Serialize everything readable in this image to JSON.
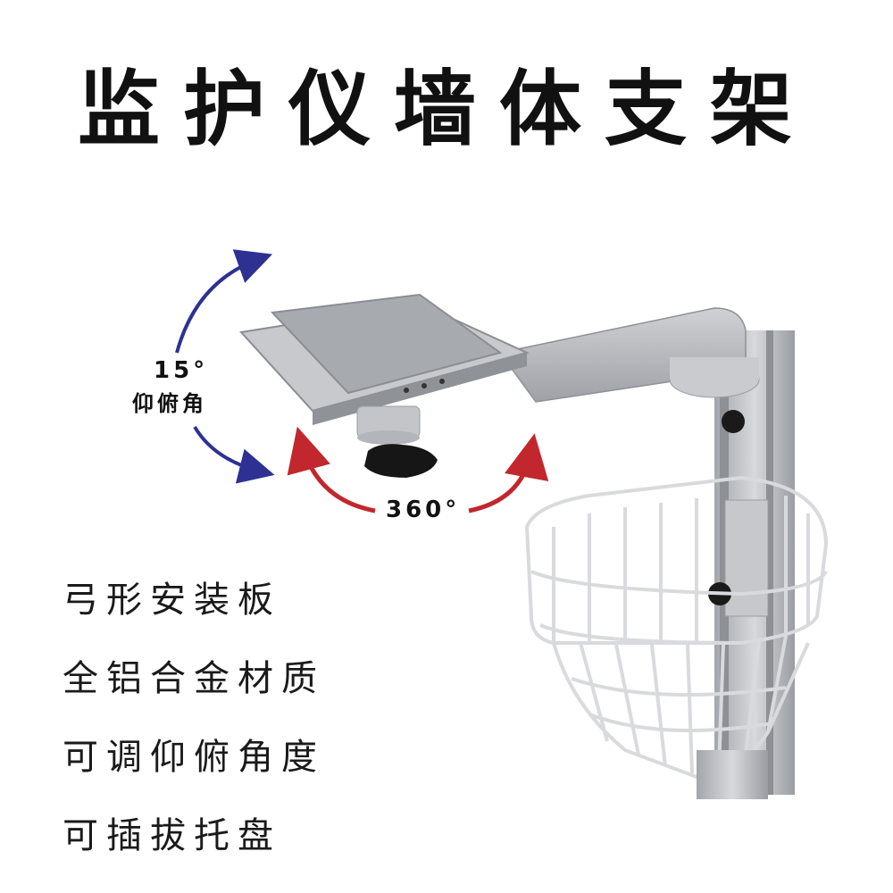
{
  "title": "监护仪墙体支架",
  "labels": {
    "tilt_angle": "15°",
    "tilt_name": "仰俯角",
    "rotation": "360°"
  },
  "features": [
    "弓形安装板",
    "全铝合金材质",
    "可调仰俯角度",
    "可插拔托盘"
  ],
  "colors": {
    "tilt_arrow": "#2e3192",
    "rotation_arrow": "#c1272d",
    "aluminum": "#b9bcc0",
    "basket_wire": "#e9eaec"
  }
}
